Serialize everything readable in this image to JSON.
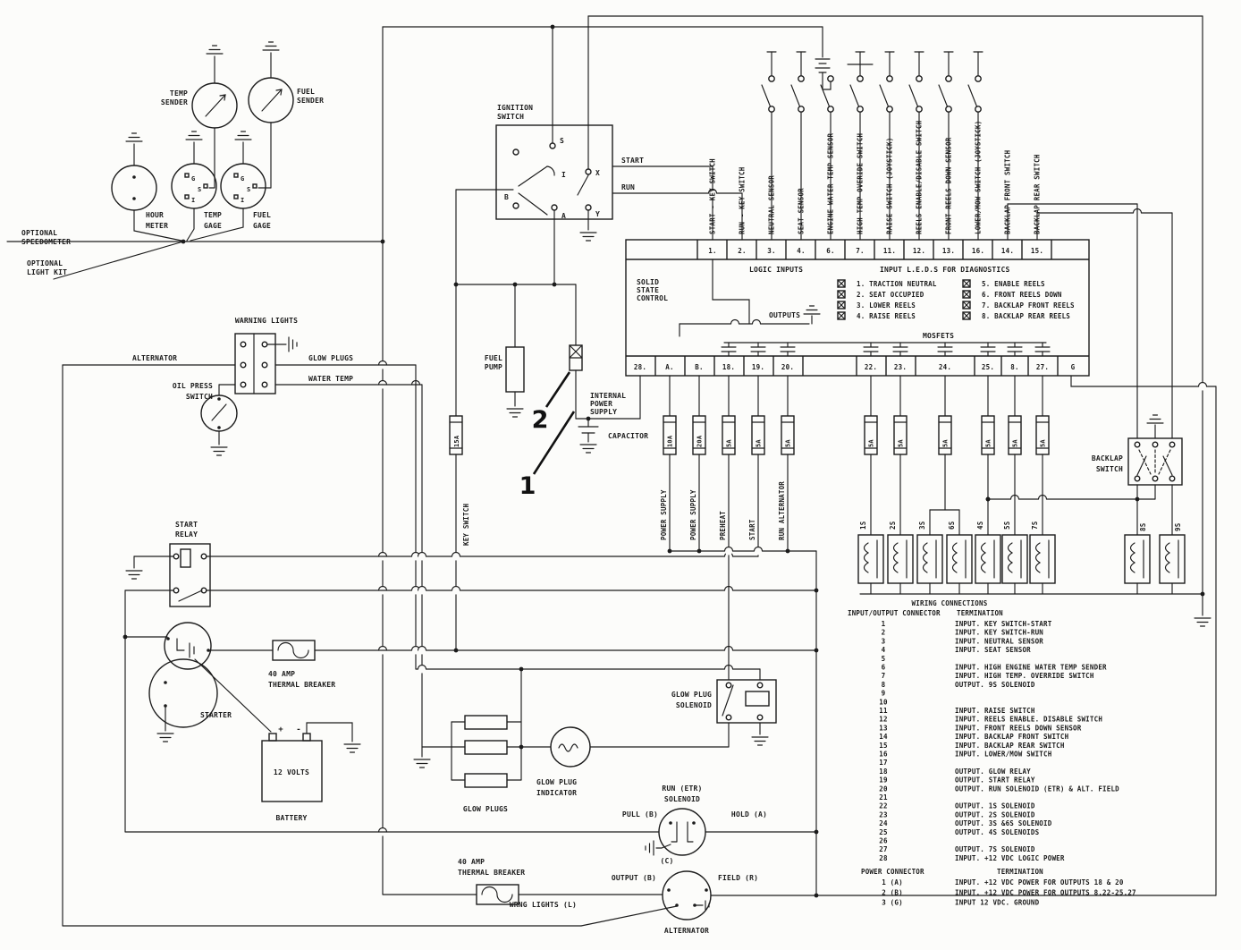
{
  "colors": {
    "ink": "#1c1c1c",
    "paper": "#fcfcfa"
  },
  "callouts": {
    "one": "1",
    "two": "2"
  },
  "gauges": {
    "temp_sender": [
      "TEMP",
      "SENDER"
    ],
    "fuel_sender": [
      "FUEL",
      "SENDER"
    ],
    "hour_meter": [
      "HOUR",
      "METER"
    ],
    "temp_gage": [
      "TEMP",
      "GAGE"
    ],
    "fuel_gage": [
      "FUEL",
      "GAGE"
    ],
    "terminals": {
      "g": "G",
      "s": "S",
      "i": "I"
    },
    "optional_speedometer": [
      "OPTIONAL",
      "SPEEDOMETER"
    ],
    "optional_light_kit": [
      "OPTIONAL",
      "LIGHT KIT"
    ]
  },
  "ignition": {
    "label": [
      "IGNITION",
      "SWITCH"
    ],
    "terminals": {
      "s": "S",
      "b": "B",
      "i": "I",
      "a": "A",
      "x": "X",
      "y": "Y"
    },
    "start": "START",
    "run": "RUN"
  },
  "sensors": {
    "columns": [
      {
        "label": "START - KEY SWITCH",
        "terminal": "1."
      },
      {
        "label": "RUN - KEY SWITCH",
        "terminal": "2."
      },
      {
        "label": "NEUTRAL SENSOR",
        "terminal": "3."
      },
      {
        "label": "SEAT SENSOR",
        "terminal": "4."
      },
      {
        "label": "ENGINE WATER TEMP SENSOR",
        "terminal": "6."
      },
      {
        "label": "HIGH TEMP OVERIDE SWITCH",
        "terminal": "7."
      },
      {
        "label": "RAISE SWITCH (JOYSTICK)",
        "terminal": "11."
      },
      {
        "label": "REELS ENABLE/DISABLE SWITCH",
        "terminal": "12."
      },
      {
        "label": "FRONT REELS DOWN SENSOR",
        "terminal": "13."
      },
      {
        "label": "LOWER/MOW SWITCH (JOYSTICK)",
        "terminal": "16."
      },
      {
        "label": "BACKLAP FRONT SWITCH",
        "terminal": "14."
      },
      {
        "label": "BACKLAP REAR SWITCH",
        "terminal": "15."
      }
    ]
  },
  "controller": {
    "name": [
      "SOLID",
      "STATE",
      "CONTROL"
    ],
    "logic_inputs": "LOGIC INPUTS",
    "leds_title": "INPUT L.E.D.S FOR DIAGNOSTICS",
    "leds_left": [
      "1. TRACTION NEUTRAL",
      "2. SEAT OCCUPIED",
      "3. LOWER REELS",
      "4. RAISE REELS"
    ],
    "leds_right": [
      "5. ENABLE REELS",
      "6. FRONT REELS DOWN",
      "7. BACKLAP FRONT REELS",
      "8. BACKLAP REAR REELS"
    ],
    "outputs": "OUTPUTS",
    "mosfets": "MOSFETS",
    "bottom_terminals": [
      "28.",
      "A.",
      "B.",
      "18.",
      "19.",
      "20.",
      "22.",
      "23.",
      "24.",
      "25.",
      "8.",
      "27.",
      "G"
    ]
  },
  "fuses": {
    "key_fuse": "15A",
    "key_label": "KEY SWITCH",
    "left": [
      {
        "rating": "10A",
        "label": "POWER SUPPLY"
      },
      {
        "rating": "20A",
        "label": "POWER SUPPLY"
      },
      {
        "rating": "5A",
        "label": "PREHEAT"
      },
      {
        "rating": "5A",
        "label": "START"
      },
      {
        "rating": "5A",
        "label": "RUN ALTERNATOR"
      }
    ],
    "right_ratings": [
      "5A",
      "5A",
      "5A",
      "5A",
      "5A",
      "5A"
    ]
  },
  "solenoids": {
    "bank": [
      "1S",
      "2S",
      "3S",
      "6S",
      "4S",
      "5S",
      "7S"
    ],
    "backlap": [
      "8S",
      "9S"
    ]
  },
  "backlap_switch": [
    "BACKLAP",
    "SWITCH"
  ],
  "left_section": {
    "warning_lights": "WARNING LIGHTS",
    "alternator": "ALTERNATOR",
    "glow_plugs": "GLOW PLUGS",
    "water_temp": "WATER TEMP",
    "oil_press": [
      "OIL PRESS",
      "SWITCH"
    ]
  },
  "power_supply": {
    "fuel_pump": [
      "FUEL",
      "PUMP"
    ],
    "internal": [
      "INTERNAL",
      "POWER",
      "SUPPLY"
    ],
    "capacitor": "CAPACITOR"
  },
  "starting": {
    "start_relay": [
      "START",
      "RELAY"
    ],
    "starter": "STARTER",
    "breaker1": [
      "40 AMP",
      "THERMAL BREAKER"
    ],
    "battery_volts": "12 VOLTS",
    "battery": "BATTERY",
    "plus": "+",
    "minus": "-"
  },
  "glow": {
    "plugs": "GLOW PLUGS",
    "indicator": [
      "GLOW PLUG",
      "INDICATOR"
    ],
    "solenoid": [
      "GLOW PLUG",
      "SOLENOID"
    ]
  },
  "run_solenoid": {
    "name": [
      "RUN (ETR)",
      "SOLENOID"
    ],
    "pull": "PULL (B)",
    "hold": "HOLD (A)",
    "c": "(C)"
  },
  "alternator_unit": {
    "breaker2": [
      "40 AMP",
      "THERMAL BREAKER"
    ],
    "output": "OUTPUT (B)",
    "field": "FIELD (R)",
    "wrng": "WRNG LIGHTS (L)",
    "name": "ALTERNATOR"
  },
  "wiring": {
    "title": "WIRING CONNECTIONS",
    "io_header_left": "INPUT/OUTPUT CONNECTOR",
    "io_header_right": "TERMINATION",
    "rows": [
      {
        "c": "1",
        "t": "INPUT. KEY SWITCH-START"
      },
      {
        "c": "2",
        "t": "INPUT. KEY SWITCH-RUN"
      },
      {
        "c": "3",
        "t": "INPUT. NEUTRAL SENSOR"
      },
      {
        "c": "4",
        "t": "INPUT. SEAT SENSOR"
      },
      {
        "c": "5",
        "t": ""
      },
      {
        "c": "6",
        "t": "INPUT. HIGH ENGINE WATER TEMP SENDER"
      },
      {
        "c": "7",
        "t": "INPUT. HIGH TEMP. OVERRIDE SWITCH"
      },
      {
        "c": "8",
        "t": "OUTPUT. 9S SOLENOID"
      },
      {
        "c": "9",
        "t": ""
      },
      {
        "c": "10",
        "t": ""
      },
      {
        "c": "11",
        "t": "INPUT. RAISE SWITCH"
      },
      {
        "c": "12",
        "t": "INPUT. REELS ENABLE. DISABLE SWITCH"
      },
      {
        "c": "13",
        "t": "INPUT. FRONT REELS DOWN SENSOR"
      },
      {
        "c": "14",
        "t": "INPUT. BACKLAP FRONT SWITCH"
      },
      {
        "c": "15",
        "t": "INPUT. BACKLAP REAR SWITCH"
      },
      {
        "c": "16",
        "t": "INPUT. LOWER/MOW SWITCH"
      },
      {
        "c": "17",
        "t": ""
      },
      {
        "c": "18",
        "t": "OUTPUT. GLOW RELAY"
      },
      {
        "c": "19",
        "t": "OUTPUT. START RELAY"
      },
      {
        "c": "20",
        "t": "OUTPUT. RUN SOLENOID (ETR) & ALT. FIELD"
      },
      {
        "c": "21",
        "t": ""
      },
      {
        "c": "22",
        "t": "OUTPUT. 1S SOLENOID"
      },
      {
        "c": "23",
        "t": "OUTPUT. 2S SOLENOID"
      },
      {
        "c": "24",
        "t": "OUTPUT. 3S &6S SOLENOID"
      },
      {
        "c": "25",
        "t": "OUTPUT. 4S SOLENOIDS"
      },
      {
        "c": "26",
        "t": ""
      },
      {
        "c": "27",
        "t": "OUTPUT. 7S SOLENOID"
      },
      {
        "c": "28",
        "t": "INPUT. +12 VDC LOGIC POWER"
      }
    ],
    "power_header_left": "POWER CONNECTOR",
    "power_header_right": "TERMINATION",
    "power_rows": [
      {
        "c": "1 (A)",
        "t": "INPUT. +12 VDC POWER FOR OUTPUTS 18 & 20"
      },
      {
        "c": "2 (B)",
        "t": "INPUT. +12 VDC POWER FOR OUTPUTS 8.22-25.27"
      },
      {
        "c": "3 (G)",
        "t": "INPUT 12 VDC. GROUND"
      }
    ]
  }
}
